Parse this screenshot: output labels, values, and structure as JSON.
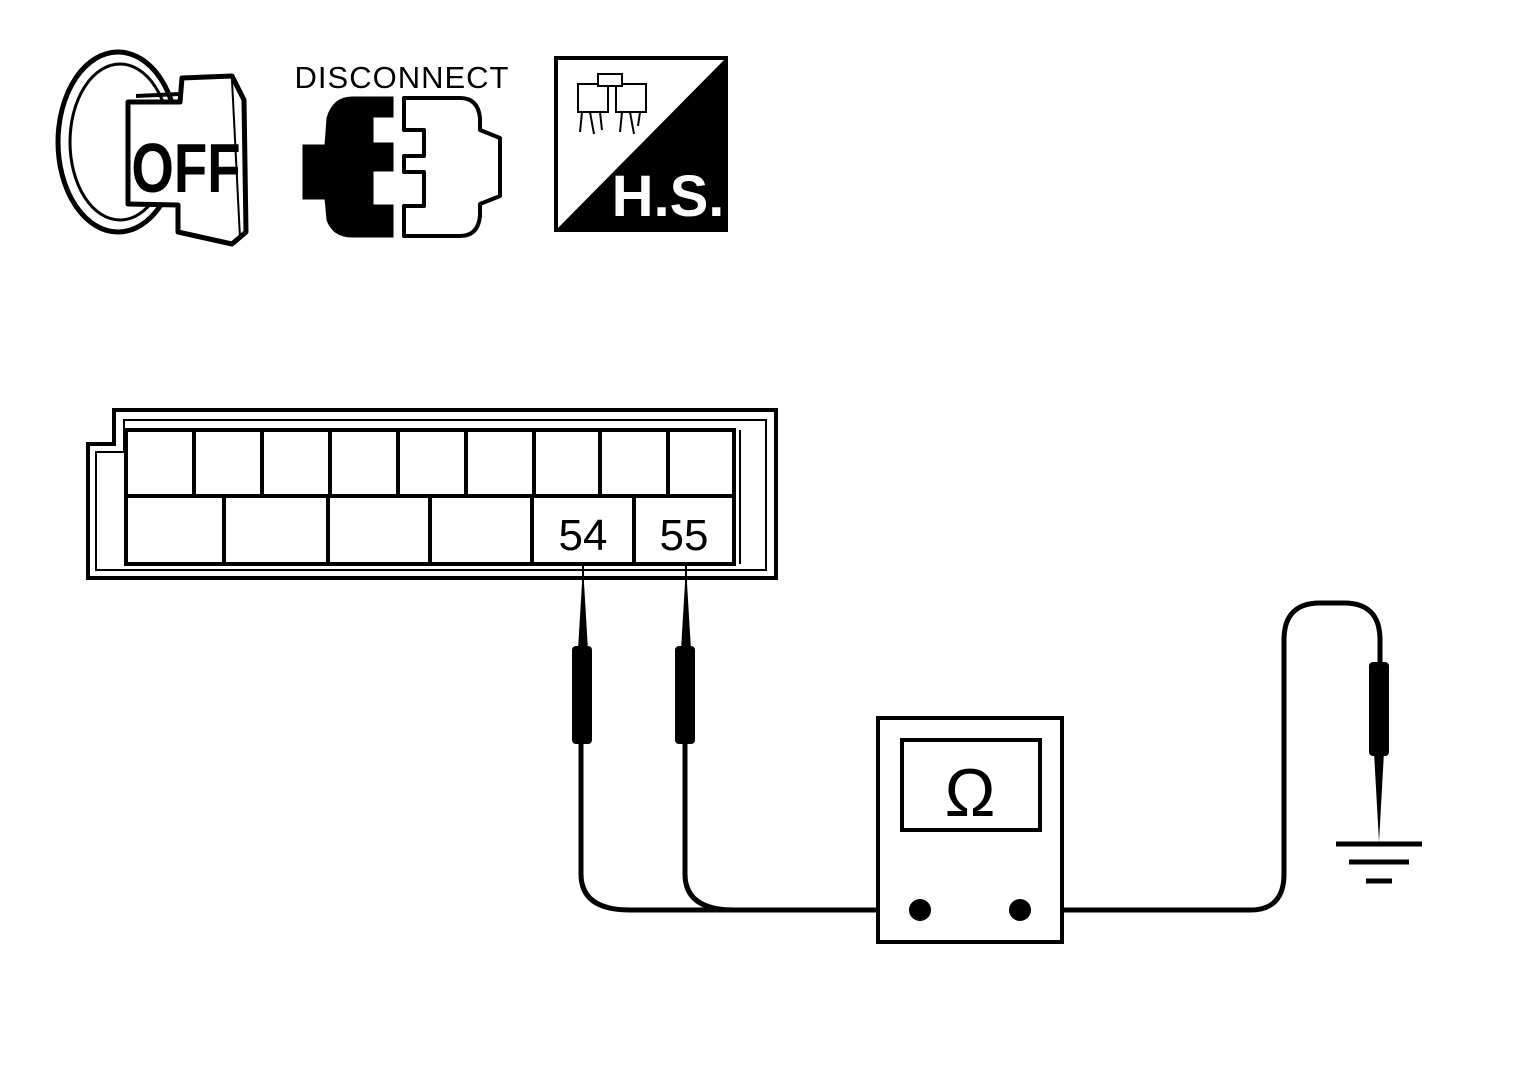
{
  "icons": {
    "ignition": {
      "icon": "ignition-key-icon",
      "label": "OFF"
    },
    "disconnect": {
      "icon": "connector-disconnect-icon",
      "label": "DISCONNECT"
    },
    "harness_side": {
      "icon": "harness-side-icon",
      "label": "H.S."
    }
  },
  "connector": {
    "terminals": [
      "54",
      "55"
    ]
  },
  "meter": {
    "symbol": "Ω"
  },
  "colors": {
    "line": "#000000",
    "background": "#ffffff"
  }
}
